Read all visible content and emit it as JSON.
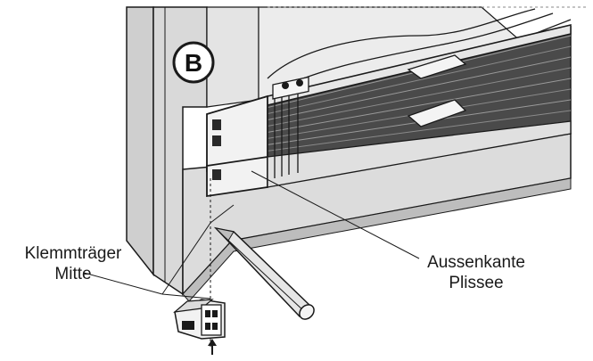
{
  "diagram": {
    "step_badge": "B",
    "labels": {
      "clamp_line1": "Klemmträger",
      "clamp_line2": "Mitte",
      "edge_line1": "Aussenkante",
      "edge_line2": "Plissee"
    },
    "colors": {
      "stroke": "#1a1a1a",
      "frame_fill": "#d6d6d6",
      "frame_shadow": "#bdbdbd",
      "glass": "#e9e9e9",
      "blind_dark": "#3a3a3a",
      "blind_mid": "#6a6a6a",
      "background": "#ffffff"
    }
  }
}
